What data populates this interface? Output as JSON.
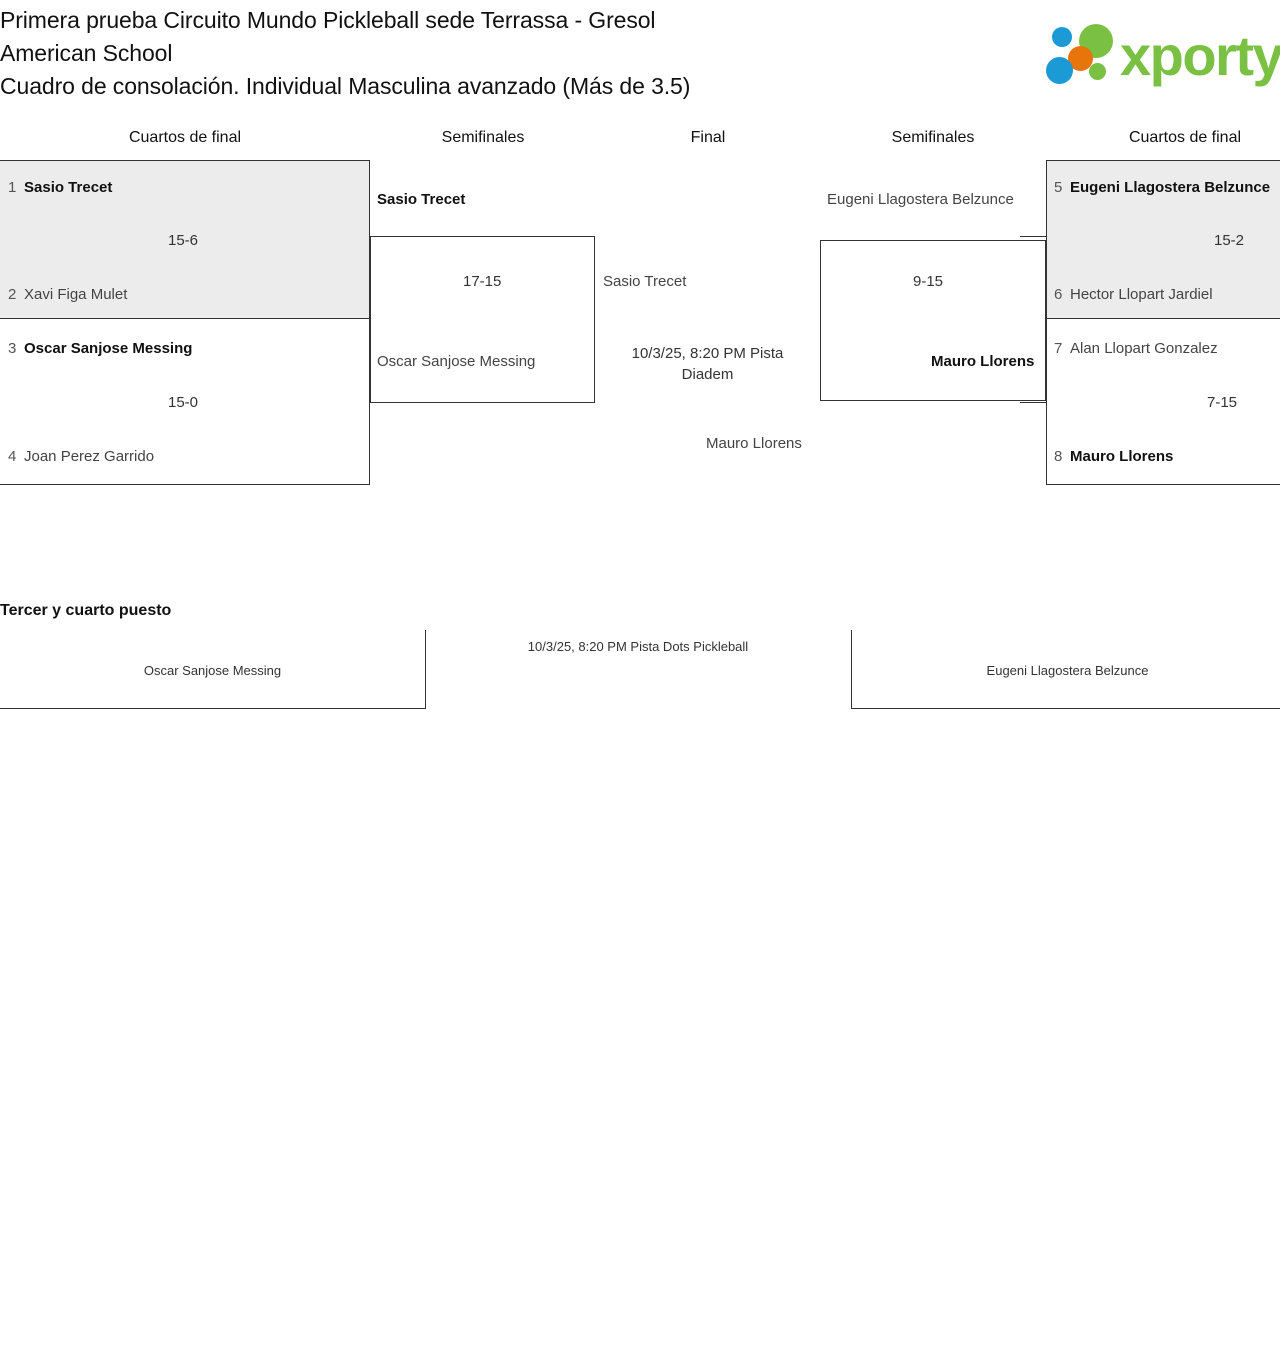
{
  "header": {
    "title_lines": [
      "Primera prueba Circuito Mundo Pickleball sede Terrassa - Gresol",
      "American School",
      "Cuadro de consolación. Individual Masculina avanzado (Más de 3.5)"
    ],
    "logo_text": "xporty",
    "logo_colors": {
      "green": "#7ac143",
      "blue": "#1b9ad6",
      "orange": "#e8740c"
    }
  },
  "rounds": {
    "left_qf": "Cuartos de final",
    "left_sf": "Semifinales",
    "final": "Final",
    "right_sf": "Semifinales",
    "right_qf": "Cuartos de final"
  },
  "left_quarterfinals": [
    {
      "players": [
        {
          "seed": "1",
          "name": "Sasio Trecet",
          "winner": true
        },
        {
          "seed": "2",
          "name": "Xavi Figa Mulet",
          "winner": false
        }
      ],
      "score": "15-6",
      "shaded": true
    },
    {
      "players": [
        {
          "seed": "3",
          "name": "Oscar Sanjose Messing",
          "winner": true
        },
        {
          "seed": "4",
          "name": "Joan Perez Garrido",
          "winner": false
        }
      ],
      "score": "15-0",
      "shaded": false
    }
  ],
  "right_quarterfinals": [
    {
      "players": [
        {
          "seed": "5",
          "name": "Eugeni Llagostera Belzunce",
          "winner": true
        },
        {
          "seed": "6",
          "name": "Hector Llopart Jardiel",
          "winner": false
        }
      ],
      "score": "15-2",
      "shaded": true
    },
    {
      "players": [
        {
          "seed": "7",
          "name": "Alan Llopart Gonzalez",
          "winner": false
        },
        {
          "seed": "8",
          "name": "Mauro Llorens",
          "winner": true
        }
      ],
      "score": "7-15",
      "shaded": false
    }
  ],
  "left_semifinal": {
    "top_player": {
      "name": "Sasio Trecet",
      "winner": true
    },
    "bottom_player": {
      "name": "Oscar Sanjose Messing",
      "winner": false
    },
    "score": "17-15"
  },
  "right_semifinal": {
    "top_player": {
      "name": "Eugeni Llagostera Belzunce",
      "winner": false
    },
    "bottom_player": {
      "name": "Mauro Llorens",
      "winner": true
    },
    "score": "9-15"
  },
  "final_match": {
    "top_player": {
      "name": "Sasio Trecet",
      "winner": false
    },
    "bottom_player": {
      "name": "Mauro Llorens",
      "winner": false
    },
    "meta_lines": [
      "10/3/25, 8:20 PM Pista",
      "Diadem"
    ]
  },
  "third_place": {
    "title": "Tercer y cuarto puesto",
    "left_player": "Oscar Sanjose Messing",
    "right_player": "Eugeni Llagostera Belzunce",
    "meta": "10/3/25, 8:20 PM Pista Dots Pickleball"
  }
}
